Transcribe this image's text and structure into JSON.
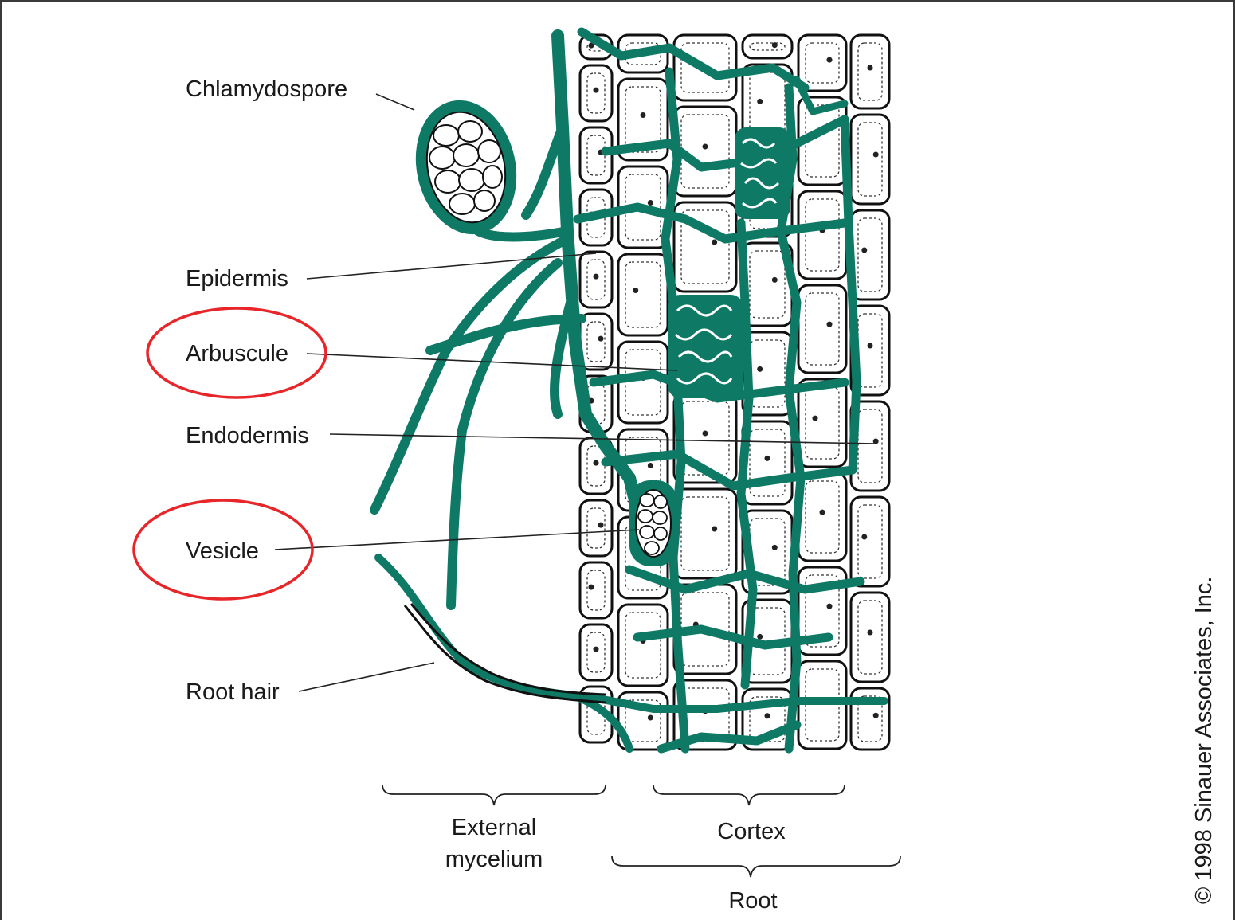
{
  "labels": {
    "chlamydospore": "Chlamydospore",
    "epidermis": "Epidermis",
    "arbuscule": "Arbuscule",
    "endodermis": "Endodermis",
    "vesicle": "Vesicle",
    "root_hair": "Root hair",
    "external_mycelium_line1": "External",
    "external_mycelium_line2": "mycelium",
    "cortex": "Cortex",
    "root": "Root"
  },
  "copyright": "© 1998 Sinauer Associates, Inc.",
  "colors": {
    "fungus": "#0e7a66",
    "highlight_circle": "#e8262a",
    "cell_outline": "#111111"
  },
  "highlighted_labels": [
    "Arbuscule",
    "Vesicle"
  ]
}
